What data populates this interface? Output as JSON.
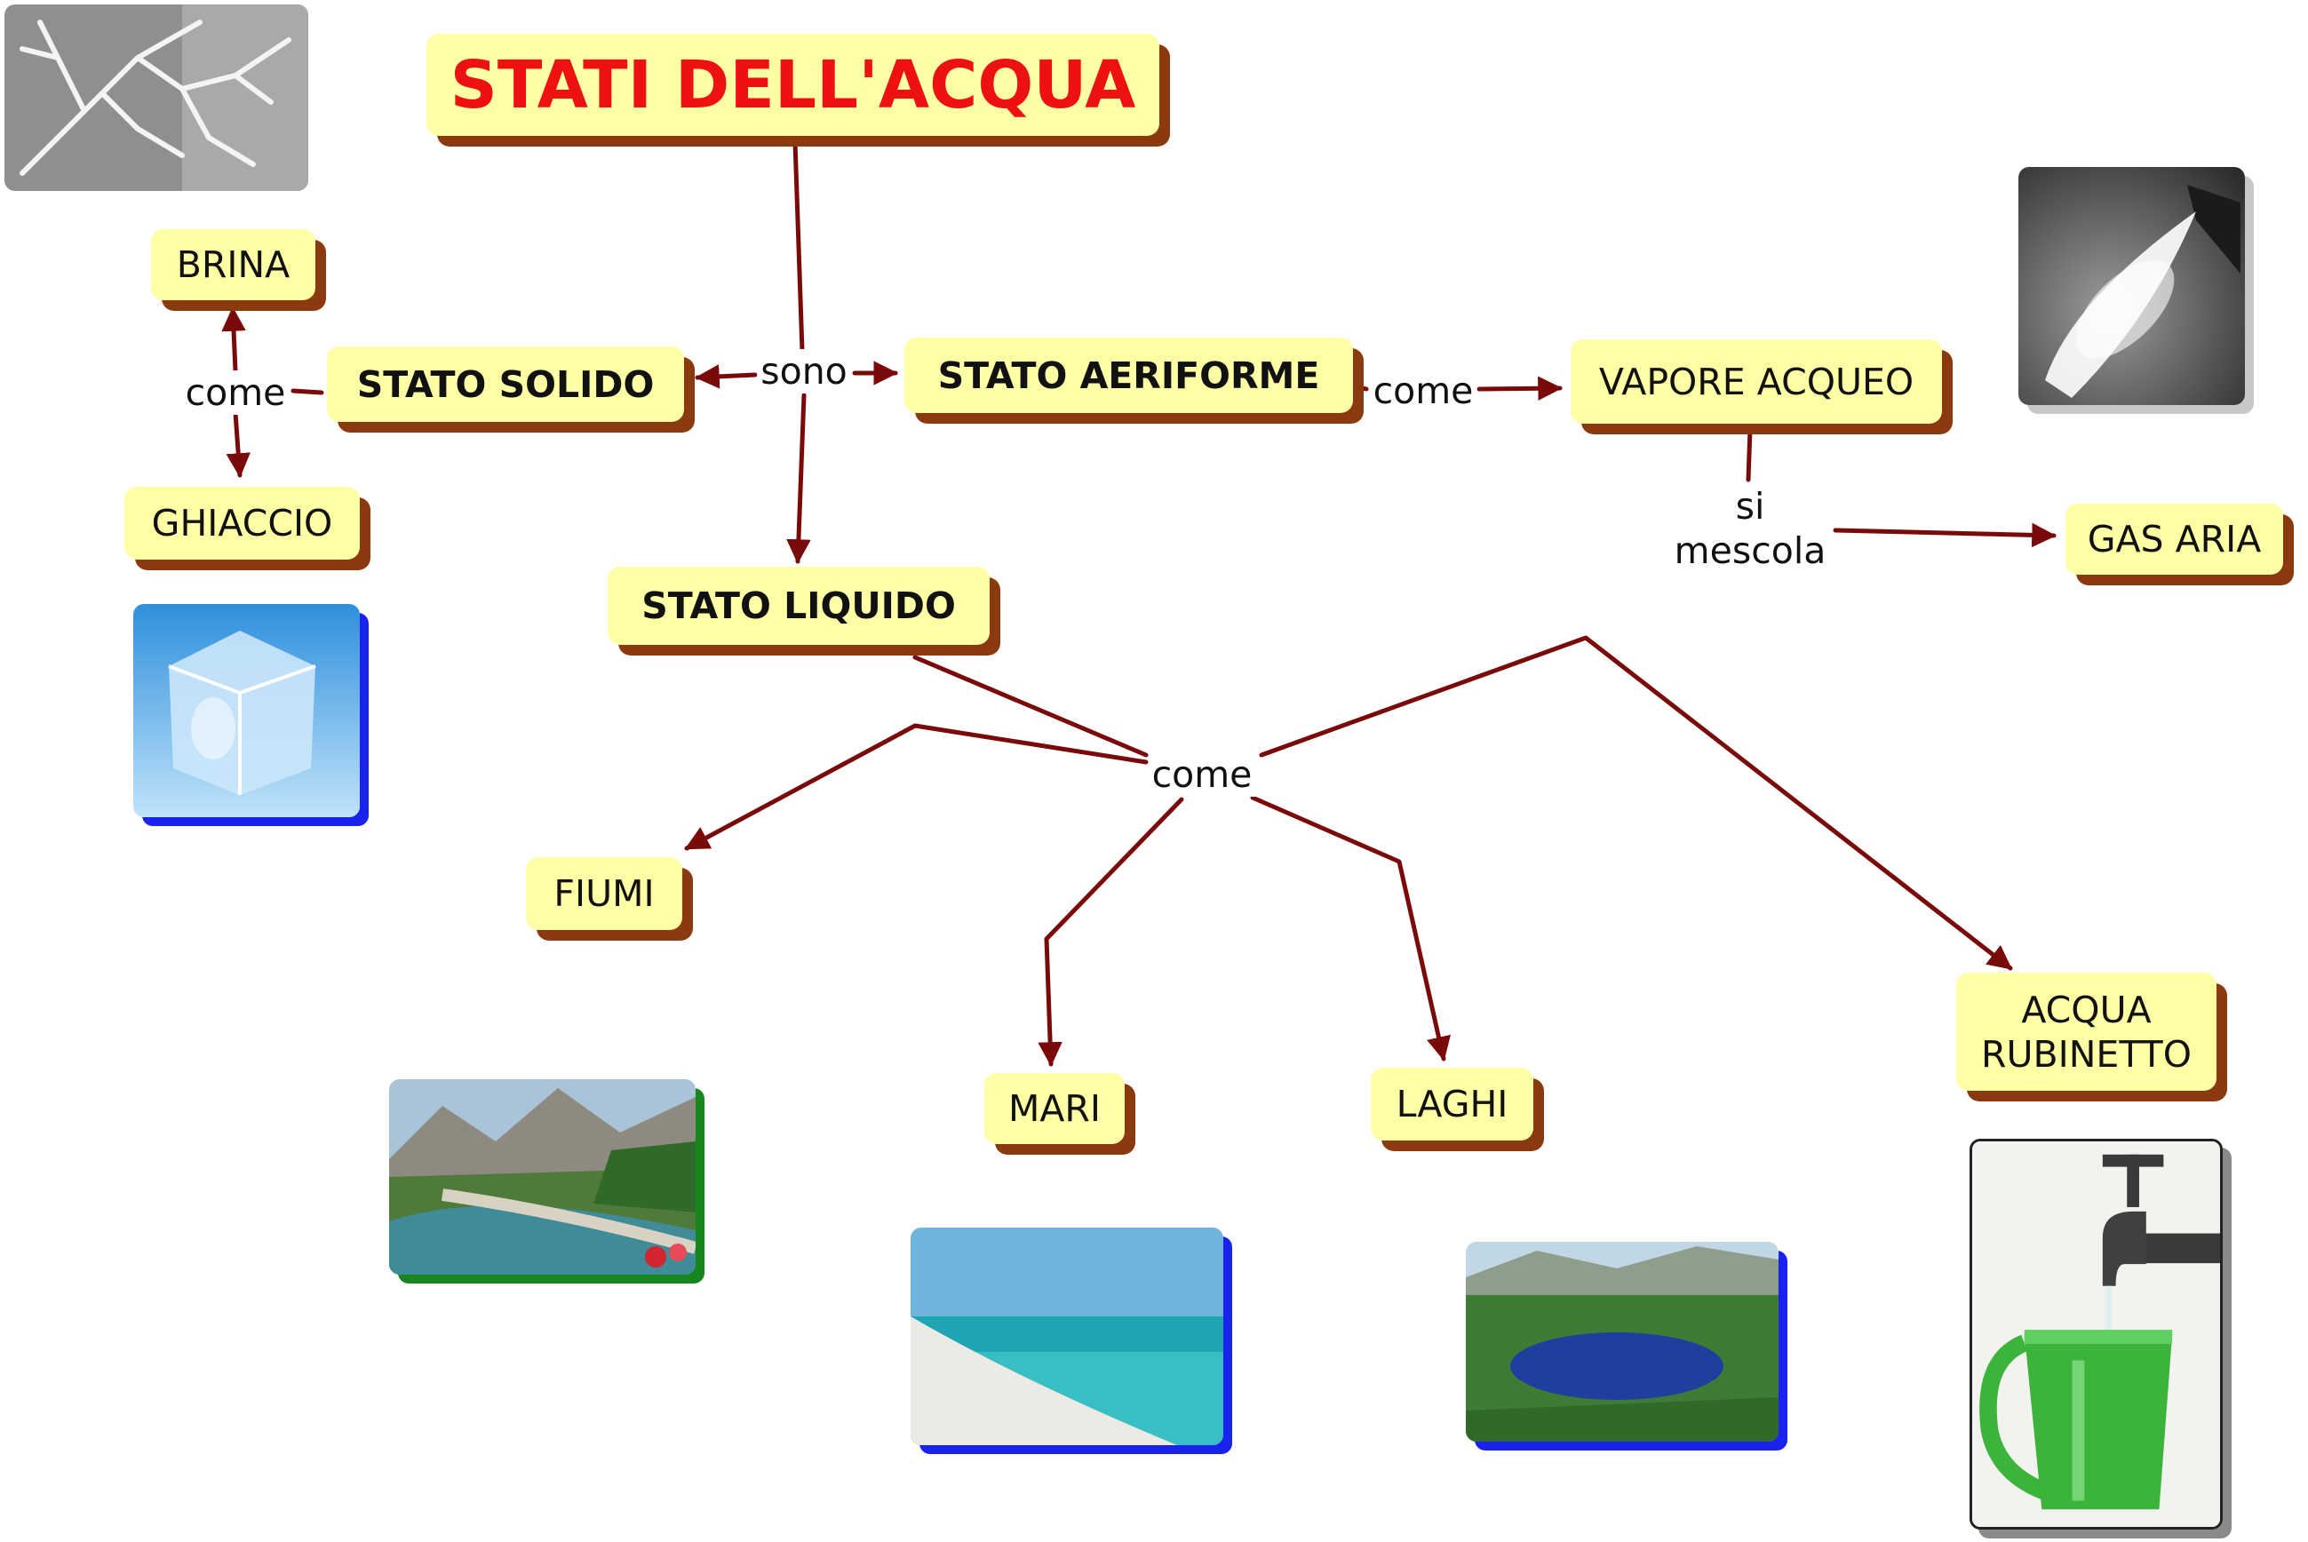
{
  "title": "STATI DELL'ACQUA",
  "nodes": {
    "solido": "STATO SOLIDO",
    "liquido": "STATO LIQUIDO",
    "aeriforme": "STATO AERIFORME",
    "brina": "BRINA",
    "ghiaccio": "GHIACCIO",
    "vapore": "VAPORE ACQUEO",
    "gas_aria": "GAS ARIA",
    "fiumi": "FIUMI",
    "mari": "MARI",
    "laghi": "LAGHI",
    "acqua_rubinetto": "ACQUA\nRUBINETTO"
  },
  "links": {
    "sono": "sono",
    "come_solido": "come",
    "come_aeriforme": "come",
    "si_mescola": "si\nmescola",
    "come_liquido": "come"
  },
  "images": {
    "frost": "frost-branches-photo",
    "ice": "ice-cube-photo",
    "steam": "steam-jet-photo",
    "river": "river-valley-photo",
    "sea": "beach-sea-photo",
    "lake": "lake-photo",
    "tap": "tap-water-jug-photo"
  },
  "colors": {
    "node_fill": "#ffffa5",
    "node_shadow": "#8b3a10",
    "arrow": "#7a0a0a",
    "title_text": "#ee1111"
  }
}
